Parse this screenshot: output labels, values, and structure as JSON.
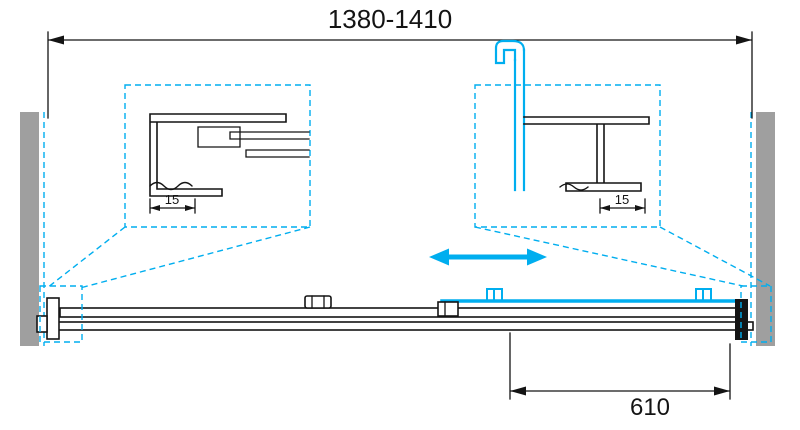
{
  "colors": {
    "accent": "#00AEEF",
    "line": "#141414",
    "wall": "#9F9F9F",
    "bg": "#FFFFFF"
  },
  "icons": {
    "slide_direction": "left-right-double-arrow"
  },
  "dimensions": {
    "overall_width": "1380-1410",
    "door_width": "610",
    "left_profile_offset": "15",
    "right_profile_offset": "15"
  }
}
